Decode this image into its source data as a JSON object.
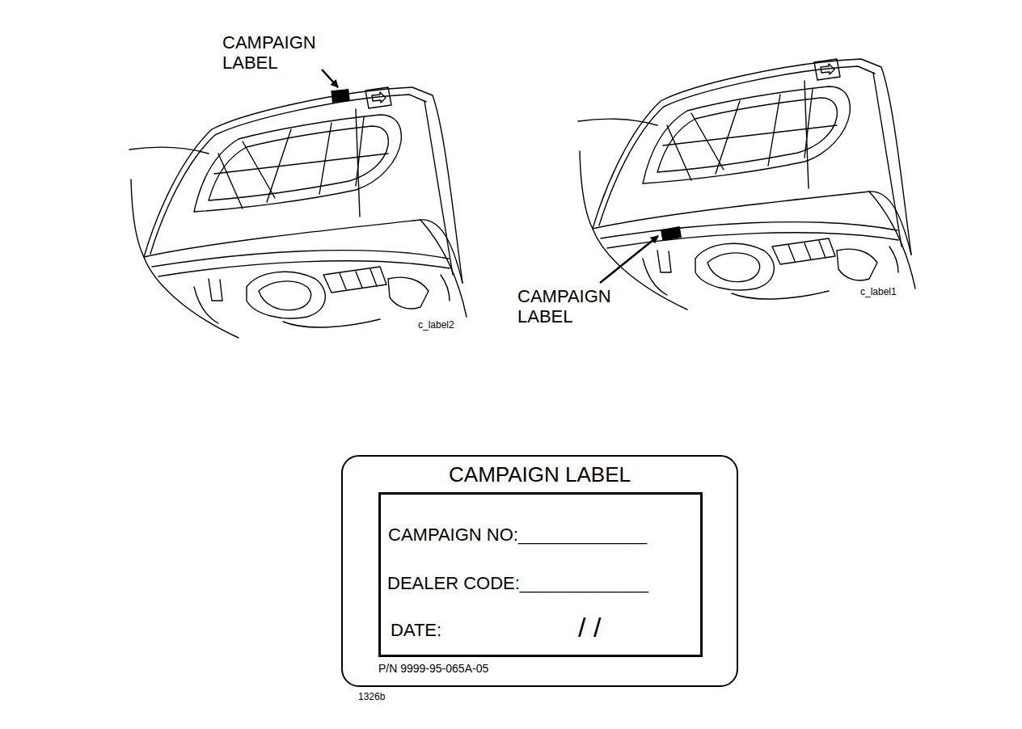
{
  "diagram": {
    "nodes": [
      {
        "text": [
          "CAMPAIGN LABEL",
          "P/N 9999-95-065A-05"
        ]
      },
      {
        "text": [
          "CAMPAIGN NO:_____________",
          "DEALER CODE:_____________",
          "DATE:",
          "/ /"
        ],
        "in": 0
      }
    ],
    "edges": [],
    "labels": [
      "CAMPAIGN LABEL",
      "c_label2",
      "CAMPAIGN LABEL",
      "c_label1",
      "1326b"
    ]
  }
}
